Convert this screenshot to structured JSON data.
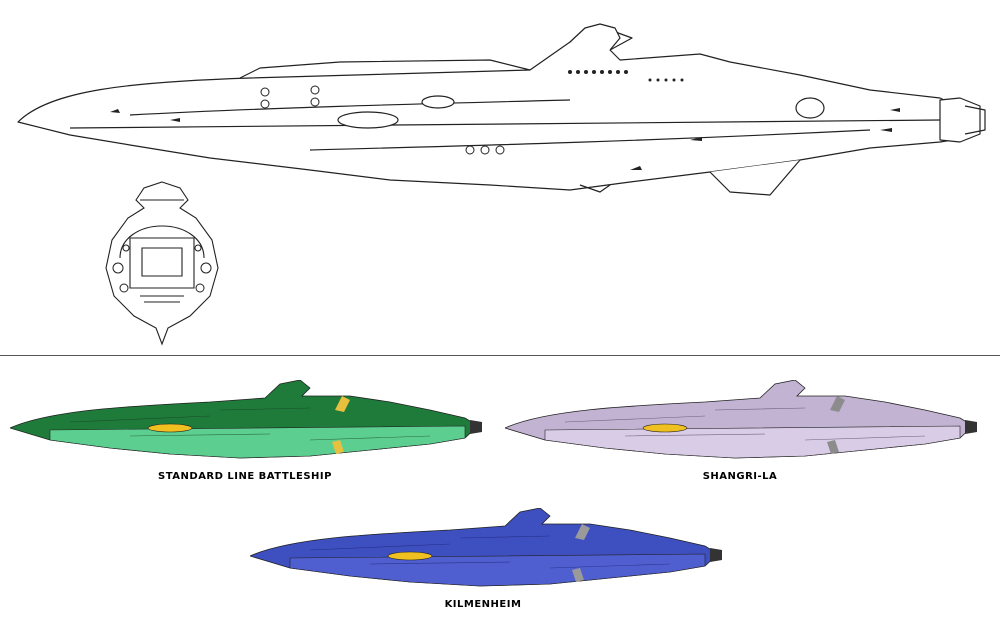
{
  "variants": [
    {
      "label": "STANDARD LINE BATTLESHIP",
      "hull_top": "#1e7b3a",
      "hull_bottom": "#5ccf90",
      "accent": "#e8c040",
      "engine": "#f0c020"
    },
    {
      "label": "SHANGRI-LA",
      "hull_top": "#c3b3d3",
      "hull_bottom": "#d8cce6",
      "accent": "#8c8c8c",
      "engine": "#f0c020"
    },
    {
      "label": "KILMENHEIM",
      "hull_top": "#3e4fc0",
      "hull_bottom": "#4f5fd0",
      "accent": "#9a9a9a",
      "engine": "#f0c020"
    }
  ],
  "line_color": "#222222"
}
